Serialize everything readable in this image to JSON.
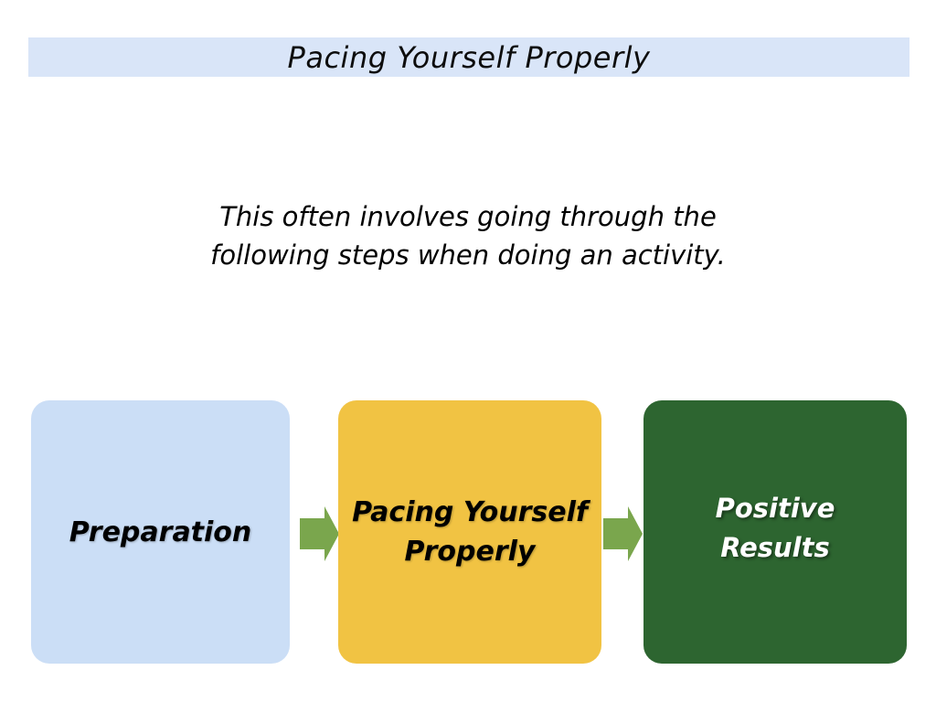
{
  "slide": {
    "title": "Pacing Yourself Properly",
    "subtitle_line1": "This often involves going through the",
    "subtitle_line2": "following steps when doing an activity."
  },
  "flow": {
    "steps": [
      {
        "name": "preparation",
        "lines": [
          "Preparation",
          ""
        ],
        "bg": "#cbdef6",
        "text_color": "#000000"
      },
      {
        "name": "pacing",
        "lines": [
          "Pacing Yourself",
          "Properly"
        ],
        "bg": "#f1c343",
        "text_color": "#000000"
      },
      {
        "name": "results",
        "lines": [
          "Positive",
          "Results"
        ],
        "bg": "#2d6530",
        "text_color": "#ffffff"
      }
    ],
    "arrow_color": "#7aa64d"
  },
  "colors": {
    "banner_bg": "#d9e5f8",
    "page_bg": "#ffffff"
  }
}
